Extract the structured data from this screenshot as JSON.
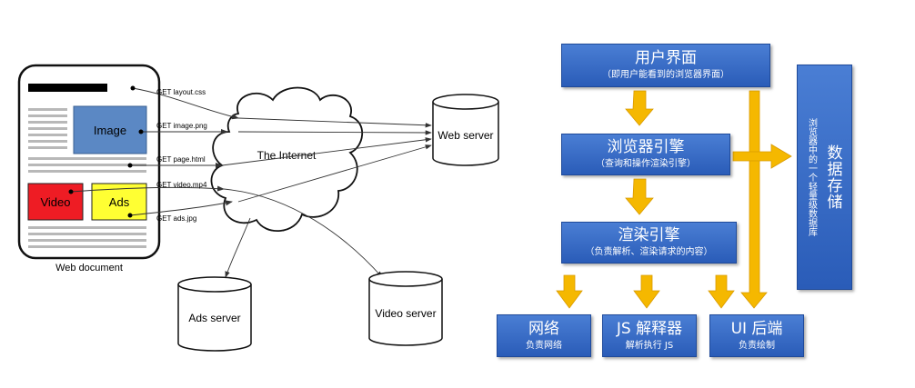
{
  "web": {
    "document_label": "Web document",
    "image_label": "Image",
    "video_label": "Video",
    "ads_label": "Ads",
    "internet_label": "The Internet",
    "requests": [
      "GET layout.css",
      "GET image.png",
      "GET page.html",
      "GET video.mp4",
      "GET ads.jpg"
    ],
    "servers": {
      "web": "Web server",
      "ads": "Ads server",
      "video": "Video server"
    }
  },
  "arch": {
    "ui": {
      "title": "用户界面",
      "sub": "（即用户能看到的浏览器界面）"
    },
    "browser_engine": {
      "title": "浏览器引擎",
      "sub": "（查询和操作渲染引擎）"
    },
    "render_engine": {
      "title": "渲染引擎",
      "sub": "（负责解析、渲染请求的内容）"
    },
    "network": {
      "title": "网络",
      "sub": "负责网络"
    },
    "js": {
      "title": "JS 解释器",
      "sub": "解析执行 JS"
    },
    "backend": {
      "title": "UI 后端",
      "sub": "负责绘制"
    },
    "storage": {
      "title": "数据存储",
      "sub": "浏览器中的一个轻量级数据库"
    }
  },
  "colors": {
    "box_blue": "#3366c4",
    "arrow_yellow": "#f5b800",
    "image_box": "#5b88c4",
    "video_box": "#ee1c24",
    "ads_box": "#ffff33"
  }
}
